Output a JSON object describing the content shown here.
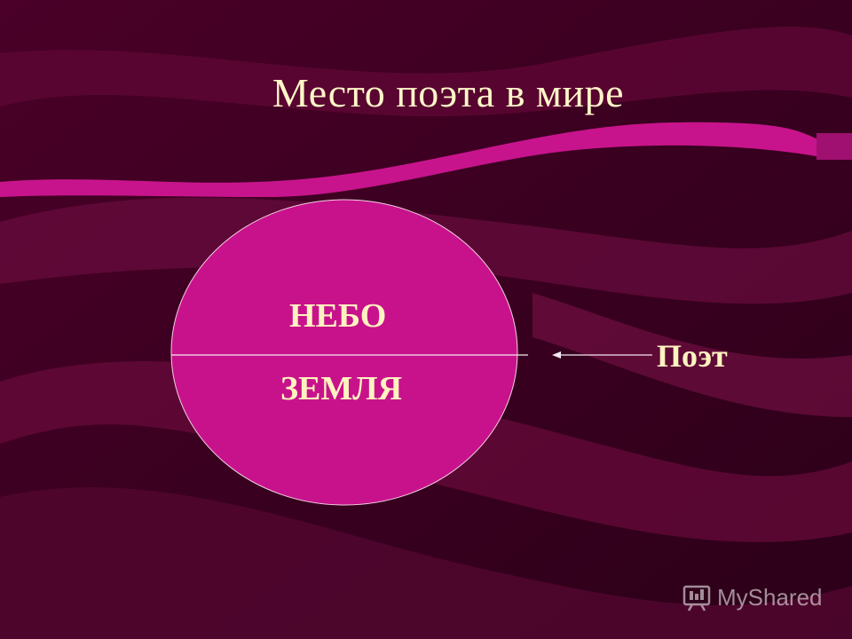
{
  "slide": {
    "title": "Место поэта в мире"
  },
  "diagram": {
    "circle_top_label": "НЕБО",
    "circle_bottom_label": "ЗЕМЛЯ",
    "pointer_label": "Поэт"
  },
  "watermark": {
    "text": "MyShared"
  },
  "colors": {
    "background": "#3a0020",
    "wave": "#8a1a5c",
    "wave_bright": "#c8148c",
    "circle_fill": "#c8128c",
    "text": "#fff3c0"
  }
}
